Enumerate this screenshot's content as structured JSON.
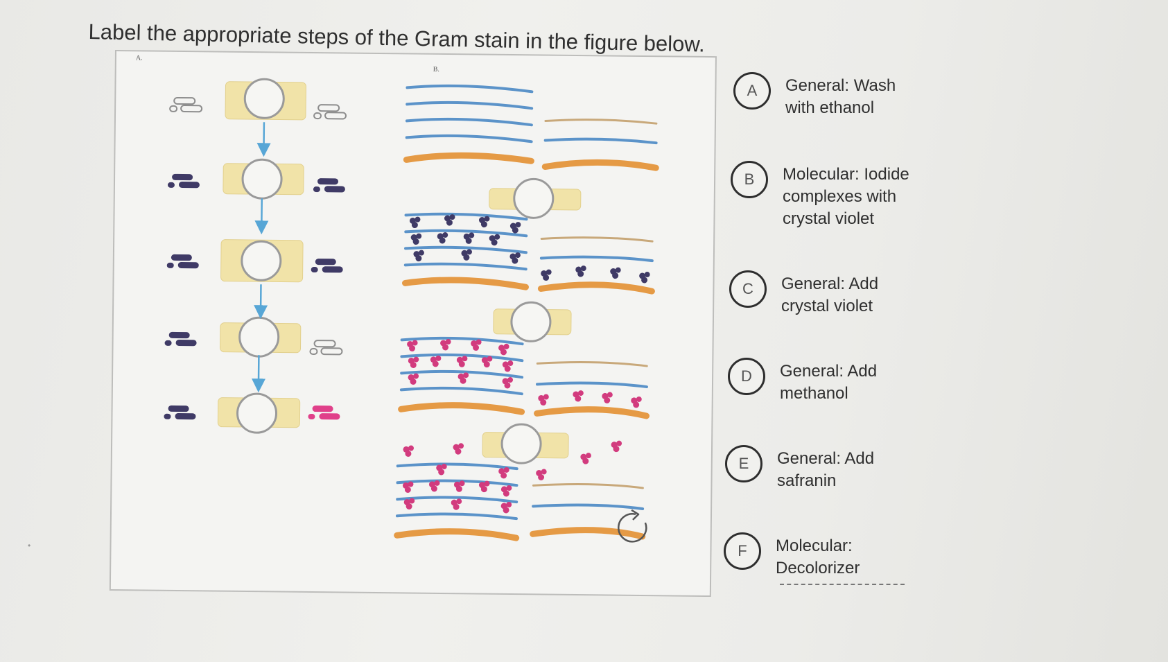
{
  "question": {
    "title": "Label the appropriate steps of the Gram stain in the figure below."
  },
  "figure": {
    "panel_a_label": "A.",
    "panel_b_label": "B."
  },
  "options": [
    {
      "letter": "A",
      "text": "General: Wash with ethanol"
    },
    {
      "letter": "B",
      "text": "Molecular: Iodide complexes with crystal violet"
    },
    {
      "letter": "C",
      "text": "General: Add crystal violet"
    },
    {
      "letter": "D",
      "text": "General: Add methanol"
    },
    {
      "letter": "E",
      "text": "General: Add safranin"
    },
    {
      "letter": "F",
      "text": "Molecular: Decolorizer"
    }
  ],
  "colors": {
    "gram_positive": "#3f3a66",
    "gram_negative": "#e0408a",
    "membrane_blue": "#5b93c9",
    "membrane_orange": "#e59a45",
    "drop_zone": "#f1e3a8",
    "arrow": "#57a6d6"
  },
  "icons": {
    "reset": "reset-icon"
  }
}
